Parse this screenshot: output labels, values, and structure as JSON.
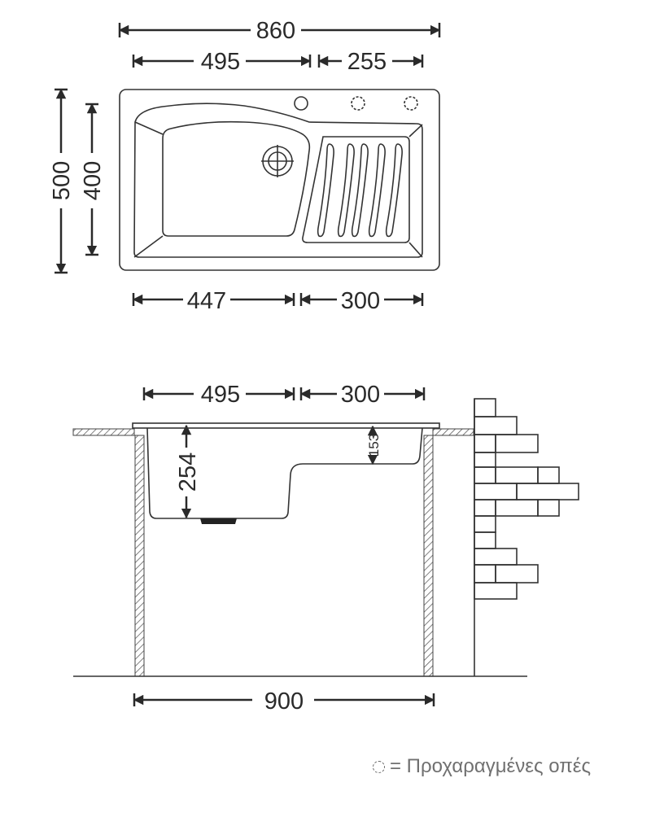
{
  "top_view": {
    "dims": {
      "total_width": "860",
      "bowl_width_top": "495",
      "drainer_width_top": "255",
      "total_depth": "500",
      "inner_depth": "400",
      "bowl_width_bottom": "447",
      "drainer_width_bottom": "300"
    }
  },
  "section_view": {
    "dims": {
      "bowl_width": "495",
      "drainer_width": "300",
      "bowl_depth": "254",
      "drainer_depth": "153",
      "cabinet_width": "900"
    }
  },
  "legend": {
    "icon": "dashed-circle-icon",
    "text": "= Προχαραγμένες οπές"
  },
  "colors": {
    "lines": "#2a2a2a",
    "legend_text": "#707070"
  }
}
